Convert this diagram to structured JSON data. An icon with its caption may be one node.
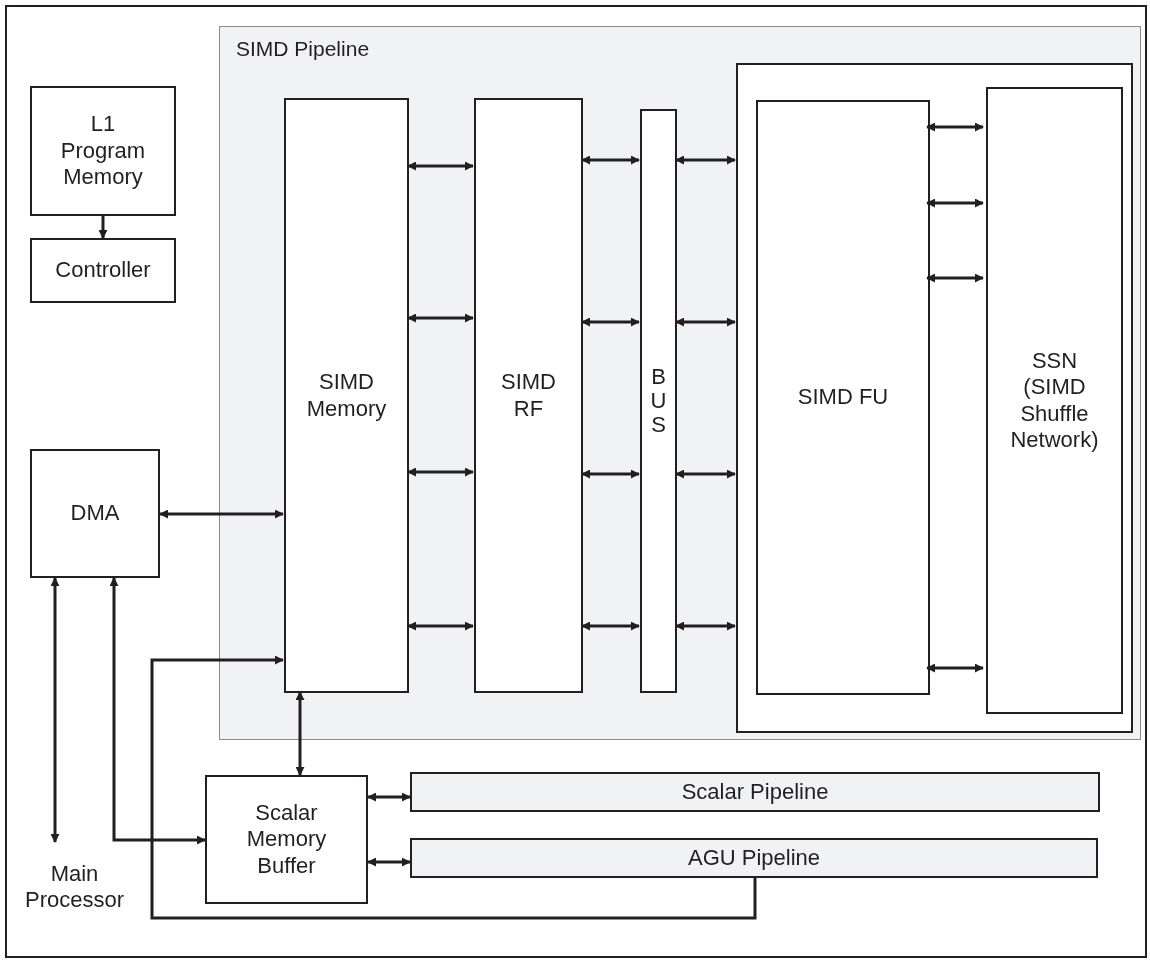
{
  "diagram": {
    "nodes": [
      {
        "text": [
          "L1 Program Memory"
        ]
      },
      {
        "text": [
          "Controller"
        ]
      },
      {
        "text": [
          "DMA"
        ]
      },
      {
        "text": [
          "Main Processor"
        ]
      },
      {
        "text": [
          "SIMD Pipeline"
        ]
      },
      {
        "text": [
          "SIMD Memory"
        ],
        "in": 4
      },
      {
        "text": [
          "SIMD RF"
        ],
        "in": 4
      },
      {
        "text": [
          "BUS"
        ],
        "in": 4
      },
      {
        "text": [],
        "shape": "box",
        "in": 4
      },
      {
        "text": [
          "SIMD FU"
        ],
        "in": 8
      },
      {
        "text": [
          "SSN (SIMD Shuffle Network)"
        ],
        "in": 8
      },
      {
        "text": [
          "Scalar Memory Buffer"
        ]
      },
      {
        "text": [
          "Scalar Pipeline"
        ]
      },
      {
        "text": [
          "AGU Pipeline"
        ]
      }
    ],
    "edges": [
      {
        "from": 0,
        "to": 1,
        "arrow": "to"
      },
      {
        "from": 5,
        "to": 6,
        "arrow": "both"
      },
      {
        "from": 5,
        "to": 6,
        "arrow": "both"
      },
      {
        "from": 5,
        "to": 6,
        "arrow": "both"
      },
      {
        "from": 5,
        "to": 6,
        "arrow": "both"
      },
      {
        "from": 6,
        "to": 7,
        "arrow": "both"
      },
      {
        "from": 6,
        "to": 7,
        "arrow": "both"
      },
      {
        "from": 6,
        "to": 7,
        "arrow": "both"
      },
      {
        "from": 6,
        "to": 7,
        "arrow": "both"
      },
      {
        "from": 7,
        "to": 8,
        "arrow": "both"
      },
      {
        "from": 7,
        "to": 8,
        "arrow": "both"
      },
      {
        "from": 7,
        "to": 8,
        "arrow": "both"
      },
      {
        "from": 7,
        "to": 8,
        "arrow": "both"
      },
      {
        "from": 9,
        "to": 10,
        "arrow": "both"
      },
      {
        "from": 9,
        "to": 10,
        "arrow": "both"
      },
      {
        "from": 9,
        "to": 10,
        "arrow": "both"
      },
      {
        "from": 9,
        "to": 10,
        "arrow": "both"
      },
      {
        "from": 2,
        "to": 5,
        "arrow": "both"
      },
      {
        "from": 2,
        "to": 3,
        "arrow": "both"
      },
      {
        "from": 11,
        "to": 2,
        "arrow": "both"
      },
      {
        "from": 13,
        "to": 5,
        "arrow": "to"
      },
      {
        "from": 5,
        "to": 11,
        "arrow": "both"
      },
      {
        "from": 11,
        "to": 12,
        "arrow": "both"
      },
      {
        "from": 11,
        "to": 13,
        "arrow": "both"
      }
    ]
  }
}
